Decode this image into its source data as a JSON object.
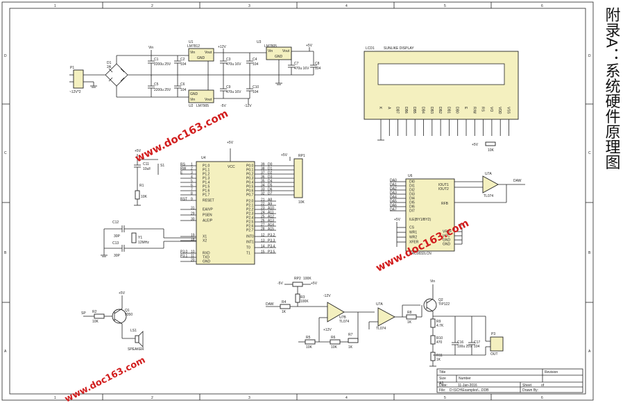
{
  "page": {
    "title": "附录A：系统硬件原理图",
    "watermark": "www.doc163.com"
  },
  "frame": {
    "col_numbers_top": [
      "1",
      "2",
      "3",
      "4",
      "5",
      "6"
    ],
    "col_numbers_bottom": [
      "1",
      "2",
      "3",
      "4",
      "5",
      "6"
    ],
    "row_letters": [
      "D",
      "C",
      "B",
      "A"
    ]
  },
  "power": {
    "connector": "P1",
    "connector_label": "~12V*2",
    "bridge": "D1",
    "bridge_rating": "2A",
    "vin_label": "Vin",
    "u1": "U1",
    "u1_part": "LM7812",
    "u2": "U2",
    "u2_part": "LM7905",
    "u3": "U3",
    "u3_part": "LM7805",
    "plus12": "+12V",
    "minus12": "-12V",
    "minus5": "-5V",
    "plus5": "+5V",
    "vin_pin": "Vin",
    "vout_pin": "Vout",
    "gnd_pin": "GND",
    "c1": "C1",
    "c1_val": "2200u 25V",
    "c2": "C2",
    "c2_val": "104",
    "c3": "C3",
    "c3_val": "470u 16V",
    "c4": "C4",
    "c4_val": "104",
    "c5": "C5",
    "c5_val": "2200u 25V",
    "c6": "C6",
    "c6_val": "104",
    "c7": "C7",
    "c7_val": "470u 16V",
    "c8": "C8",
    "c8_val": "104",
    "c9": "C9",
    "c9_val": "470u 16V",
    "c10": "C10",
    "c10_val": "104"
  },
  "lcd": {
    "ref": "LCD1",
    "name": "SUNLIKE DISPLAY",
    "pins": [
      "K",
      "A",
      "DB7",
      "DB6",
      "DB5",
      "DB4",
      "DB3",
      "DB2",
      "DB1",
      "DB0",
      "E",
      "R/W",
      "RS",
      "VO",
      "VDD",
      "VSS"
    ],
    "pot_label": "10K",
    "vcc": "+5V"
  },
  "mcu": {
    "ref": "U4",
    "vcc_label": "VCC",
    "supply": "+5V",
    "left_pins": [
      {
        "num": "1",
        "name": "P1.0",
        "net": "RS"
      },
      {
        "num": "2",
        "name": "P1.1",
        "net": "RW"
      },
      {
        "num": "3",
        "name": "P1.2",
        "net": "E"
      },
      {
        "num": "4",
        "name": "P1.3",
        "net": ""
      },
      {
        "num": "5",
        "name": "P1.4",
        "net": ""
      },
      {
        "num": "6",
        "name": "P1.5",
        "net": ""
      },
      {
        "num": "7",
        "name": "P1.6",
        "net": ""
      },
      {
        "num": "8",
        "name": "P1.7",
        "net": ""
      },
      {
        "num": "9",
        "name": "RESET",
        "net": "RST"
      },
      {
        "num": "31",
        "name": "EA/VP",
        "net": ""
      },
      {
        "num": "29",
        "name": "PSEN",
        "net": ""
      },
      {
        "num": "30",
        "name": "ALE/P",
        "net": ""
      },
      {
        "num": "19",
        "name": "X1",
        "net": ""
      },
      {
        "num": "18",
        "name": "X2",
        "net": ""
      },
      {
        "num": "10",
        "name": "RXD",
        "net": "P3.0"
      },
      {
        "num": "11",
        "name": "TXD",
        "net": "P3.1"
      },
      {
        "num": "20",
        "name": "GND",
        "net": ""
      }
    ],
    "right_pins": [
      {
        "num": "39",
        "name": "P0.0",
        "net": "D0"
      },
      {
        "num": "38",
        "name": "P0.1",
        "net": "D1"
      },
      {
        "num": "37",
        "name": "P0.2",
        "net": "D2"
      },
      {
        "num": "36",
        "name": "P0.3",
        "net": "D3"
      },
      {
        "num": "35",
        "name": "P0.4",
        "net": "D4"
      },
      {
        "num": "34",
        "name": "P0.5",
        "net": "D5"
      },
      {
        "num": "33",
        "name": "P0.6",
        "net": "D6"
      },
      {
        "num": "32",
        "name": "P0.7",
        "net": "D7"
      },
      {
        "num": "21",
        "name": "P2.0",
        "net": "A8"
      },
      {
        "num": "22",
        "name": "P2.1",
        "net": "A9"
      },
      {
        "num": "23",
        "name": "P2.2",
        "net": "A10"
      },
      {
        "num": "24",
        "name": "P2.3",
        "net": "A11"
      },
      {
        "num": "25",
        "name": "P2.4",
        "net": "A12"
      },
      {
        "num": "26",
        "name": "P2.5",
        "net": "A13"
      },
      {
        "num": "27",
        "name": "P2.6",
        "net": "A14"
      },
      {
        "num": "28",
        "name": "P2.7",
        "net": "A15"
      },
      {
        "num": "12",
        "name": "INT0",
        "net": "P3.2"
      },
      {
        "num": "13",
        "name": "INT1",
        "net": "P3.3"
      },
      {
        "num": "14",
        "name": "T0",
        "net": "P3.4"
      },
      {
        "num": "15",
        "name": "T1",
        "net": "P3.5"
      }
    ],
    "rp_ref": "RP1",
    "rp_val": "10K",
    "reset_cap": "C11",
    "reset_cap_val": "10uF",
    "reset_sw": "S1",
    "reset_res": "R1",
    "reset_res_val": "10K",
    "crystal": "Y1",
    "crystal_val": "12MHz",
    "c12": "C12",
    "c12_val": "30P",
    "c13": "C13",
    "c13_val": "30P"
  },
  "dac": {
    "ref": "U6",
    "part": "DAC0832LCN",
    "inputs": [
      "DI0",
      "DI1",
      "DI2",
      "DI3",
      "DI4",
      "DI5",
      "DI6",
      "DI7"
    ],
    "input_nets": [
      "DA0",
      "DA1",
      "DA2",
      "DA3",
      "DA4",
      "DA5",
      "DA6",
      "DA7"
    ],
    "out1": "IOUT1",
    "out2": "IOUT2",
    "rfb": "RFB",
    "ilebyte": "ILE(BY1/BY2)",
    "right_lower": [
      "VREF",
      "VCC",
      "GND",
      "GND"
    ],
    "left_lower": [
      "CS",
      "WR1",
      "WR2",
      "XFER"
    ],
    "supply": "+5V",
    "opamp": "U7A",
    "opamp_part": "TL074",
    "out_net": "DAW"
  },
  "buzzer": {
    "net": "SP",
    "r": "R2",
    "r_val": "10K",
    "q": "Q1",
    "q_part": "9350",
    "spk": "LS1",
    "spk_label": "SPEAKER",
    "vcc": "+5V"
  },
  "analog": {
    "rp": "RP2",
    "rp_val": "100K",
    "neg5": "-5V",
    "pos5": "+5V",
    "r3": "R3",
    "r3_val": "100K",
    "r4": "R4",
    "r4_val": "1K",
    "in_net": "DAW",
    "u7b": "U7B",
    "u7b_part": "TL074",
    "r5": "R5",
    "r5_val": "10K",
    "r6": "R6",
    "r6_val": "10K",
    "r7": "R7",
    "r7_val": "1K",
    "u7c": "U7A",
    "u7c_part": "TL074",
    "r8": "R8",
    "r8_val": "1K",
    "q2": "Q2",
    "q2_part": "TIP122",
    "vin": "Vin",
    "r9": "R9",
    "r9_val": "4.7K",
    "r10": "R10",
    "r10_val": "470",
    "r11": "R11",
    "r11_val": "1K",
    "c16": "C16",
    "c16_val": "100u 25V",
    "c17": "C17",
    "c17_val": "104",
    "out": "P3",
    "out_label": "OUT",
    "supply_pos": "+12V",
    "supply_neg": "-12V"
  },
  "titleblock": {
    "title_label": "Title",
    "size_label": "Size",
    "size_val": "A3",
    "number_label": "Number",
    "revision_label": "Revision",
    "date_label": "Date:",
    "date_val": "11-Jan-2016",
    "sheet_label": "Sheet",
    "sheet_val": "of",
    "file_label": "File:",
    "file_val": "D:\\SCH\\Examples\\...DDB",
    "drawn_label": "Drawn By:"
  }
}
